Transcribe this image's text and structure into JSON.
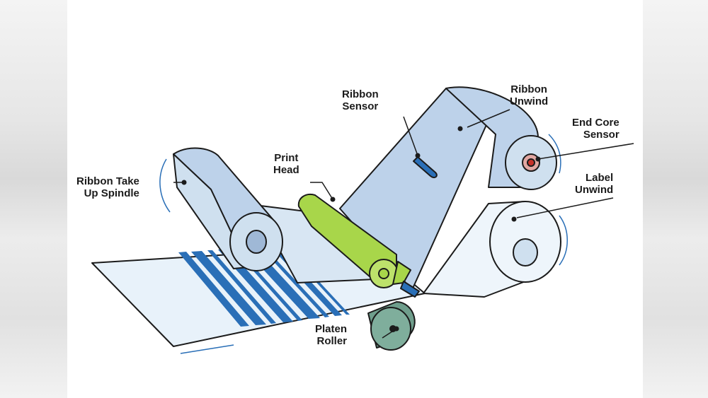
{
  "labels": {
    "ribbon_take_up_spindle": [
      "Ribbon Take",
      "Up Spindle"
    ],
    "print_head": [
      "Print",
      "Head"
    ],
    "ribbon_sensor": [
      "Ribbon",
      "Sensor"
    ],
    "ribbon_unwind": [
      "Ribbon",
      "Unwind"
    ],
    "end_core_sensor": [
      "End Core",
      "Sensor"
    ],
    "label_unwind": [
      "Label",
      "Unwind"
    ],
    "platen_roller": [
      "Platen",
      "Roller"
    ]
  },
  "colors": {
    "ribbon": "#bdd2ea",
    "ribbon_dark": "#9fb8d6",
    "label": "#e8f2fa",
    "print_head": "#a8d64a",
    "platen": "#6f9e8c",
    "barcode": "#2a6fb7",
    "sensor": "#2a6fb7",
    "end_core": "#c8322a",
    "outline": "#1b1b1b"
  }
}
